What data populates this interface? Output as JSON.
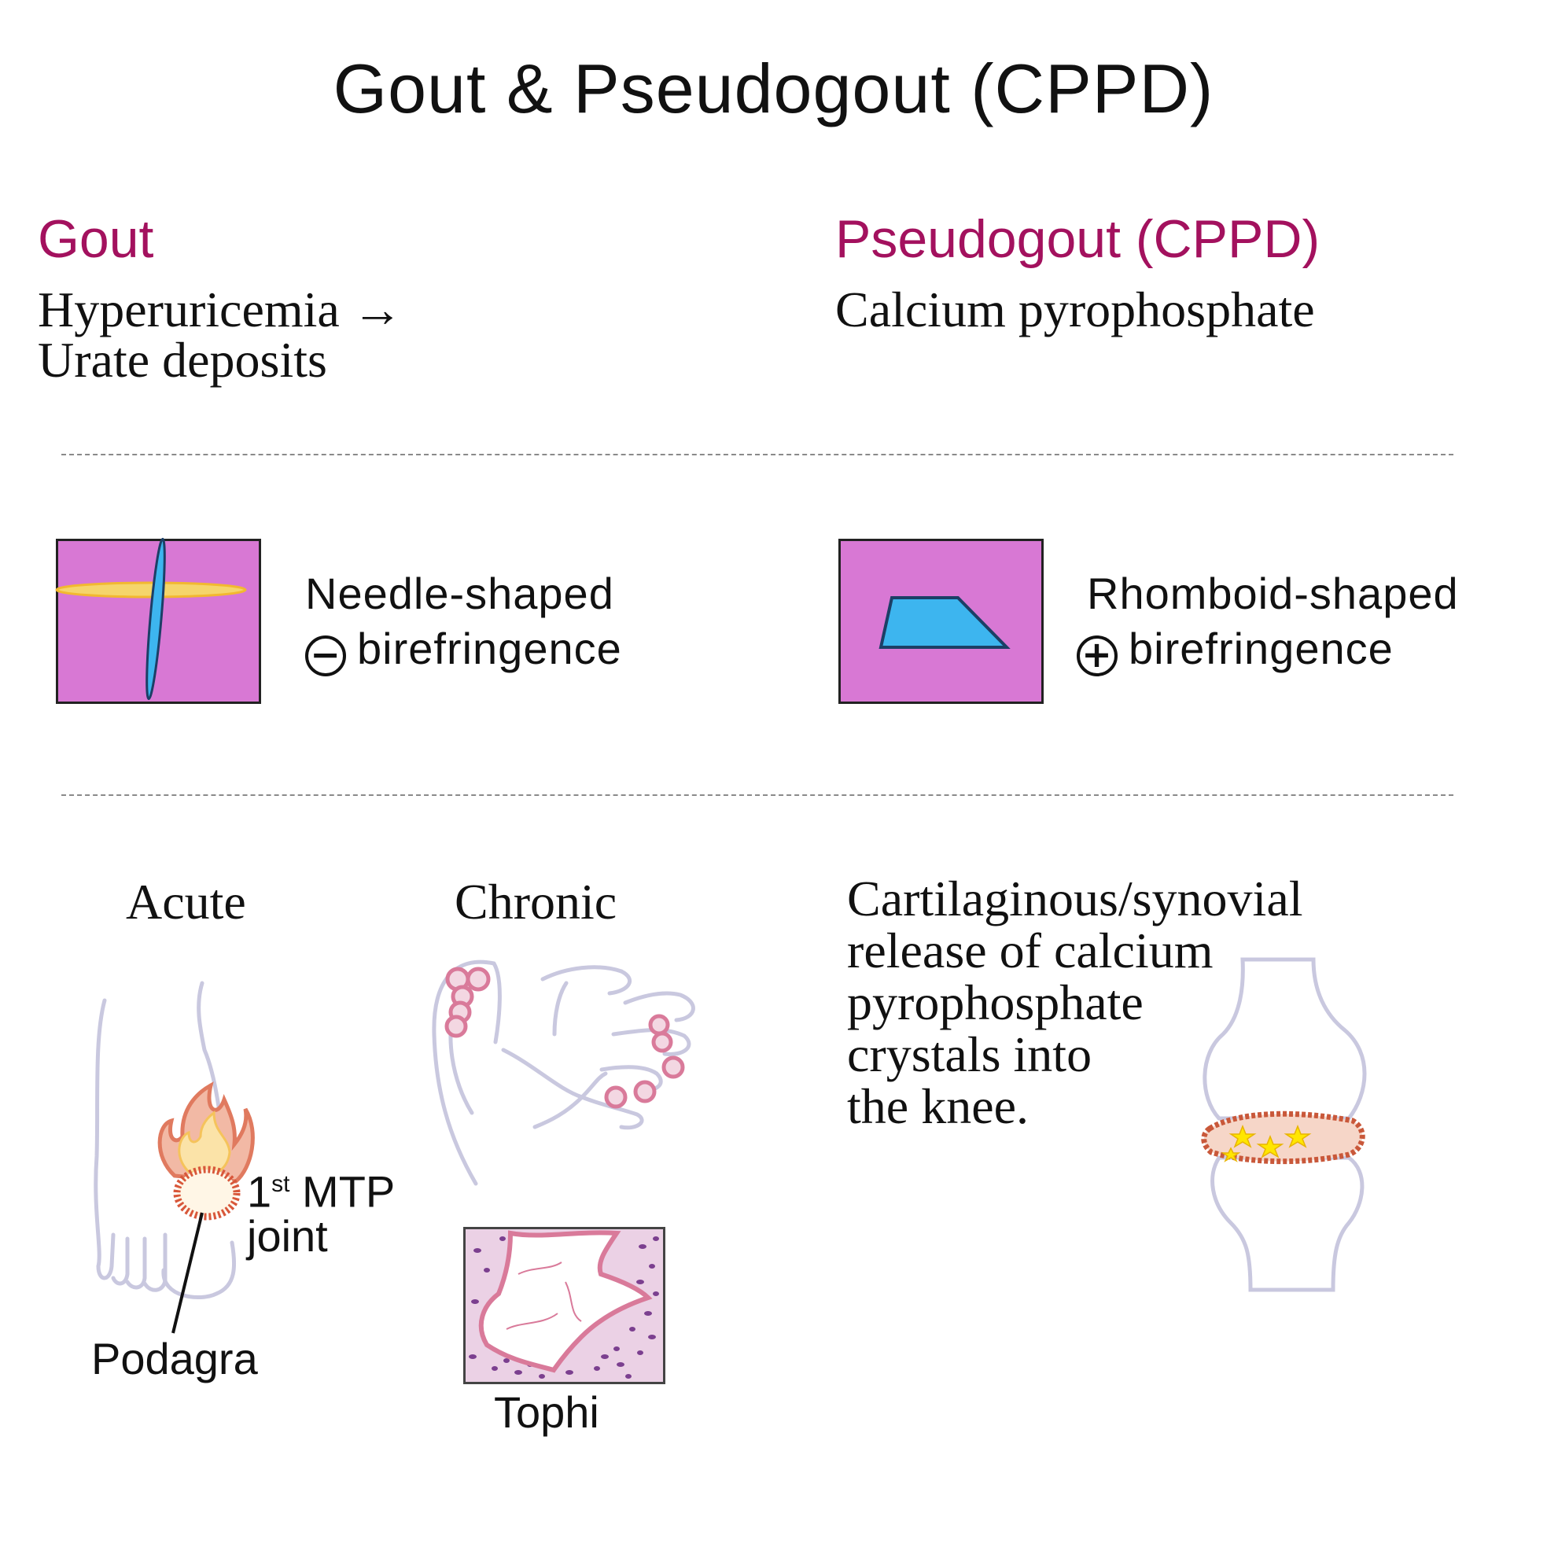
{
  "title": "Gout & Pseudogout (CPPD)",
  "colors": {
    "heading": "#A3115E",
    "crystal_bg": "#D878D4",
    "crystal_blue": "#3DB5EF",
    "needle_yellow": "#F5D56B",
    "outline": "#C9C8DF",
    "tophi_pink": "#D97A9A",
    "flame_orange": "#E07A5F"
  },
  "gout": {
    "heading": "Gout",
    "desc_line1": "Hyperuricemia →",
    "desc_line2": "Urate deposits",
    "crystal_line1": "Needle-shaped",
    "sign": "−",
    "crystal_line2": "birefringence",
    "acute_label": "Acute",
    "chronic_label": "Chronic",
    "mtp_prefix": "1",
    "mtp_sup": "st",
    "mtp_rest": " MTP",
    "mtp_line2": "joint",
    "podagra": "Podagra",
    "tophi": "Tophi"
  },
  "pseudogout": {
    "heading": "Pseudogout (CPPD)",
    "desc_line1": "Calcium pyrophosphate",
    "crystal_line1": "Rhomboid-shaped",
    "sign": "+",
    "crystal_line2": "birefringence",
    "release_lines": [
      "Cartilaginous/synovial",
      "release of calcium",
      "pyrophosphate",
      "crystals into",
      "the knee."
    ]
  }
}
